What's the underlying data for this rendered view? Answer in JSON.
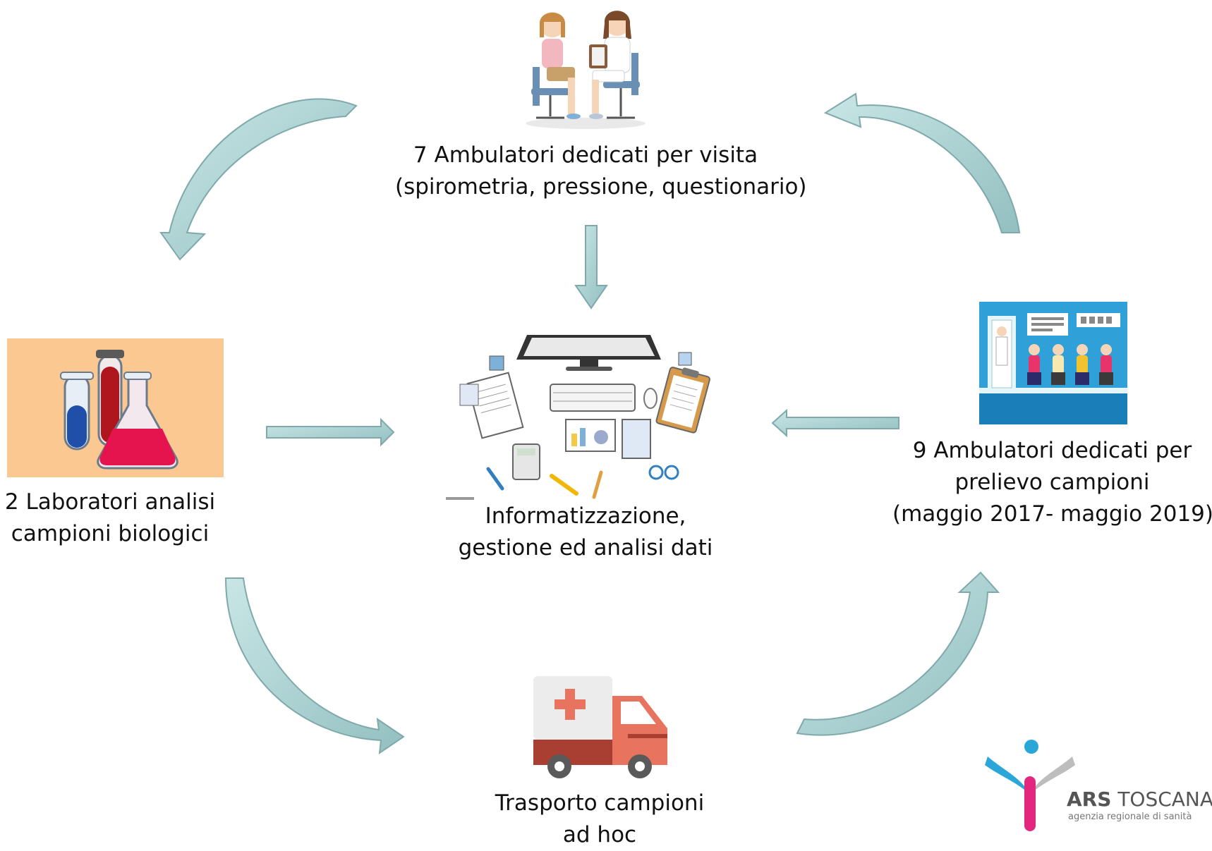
{
  "nodes": {
    "visita": {
      "lines": [
        "7 Ambulatori dedicati per visita",
        "(spirometria, pressione, questionario)"
      ]
    },
    "dati": {
      "lines": [
        "Informatizzazione,",
        "gestione ed analisi dati"
      ]
    },
    "laboratori": {
      "lines": [
        "2 Laboratori analisi",
        "campioni biologici"
      ]
    },
    "prelievo": {
      "lines": [
        "9 Ambulatori dedicati per",
        "prelievo campioni",
        "(maggio 2017- maggio 2019)"
      ]
    },
    "trasporto": {
      "lines": [
        "Trasporto campioni",
        "ad hoc"
      ]
    }
  },
  "logo": {
    "name_bold": "ARS",
    "name_rest": "TOSCANA",
    "tagline": "agenzia regionale di sanità"
  },
  "icons": {
    "consultation": "doctor-patient-consultation-icon",
    "computer": "computer-desk-data-icon",
    "lab": "laboratory-flask-tubes-icon",
    "waiting": "waiting-room-patients-icon",
    "truck": "medical-transport-truck-icon"
  },
  "colors": {
    "arrow_fill": "#b9dcdc",
    "arrow_stroke": "#7fa9ab",
    "lab_bg": "#fcc891",
    "truck_red": "#e8735e",
    "logo_blue": "#2aa7d8",
    "logo_pink": "#e2277f"
  }
}
